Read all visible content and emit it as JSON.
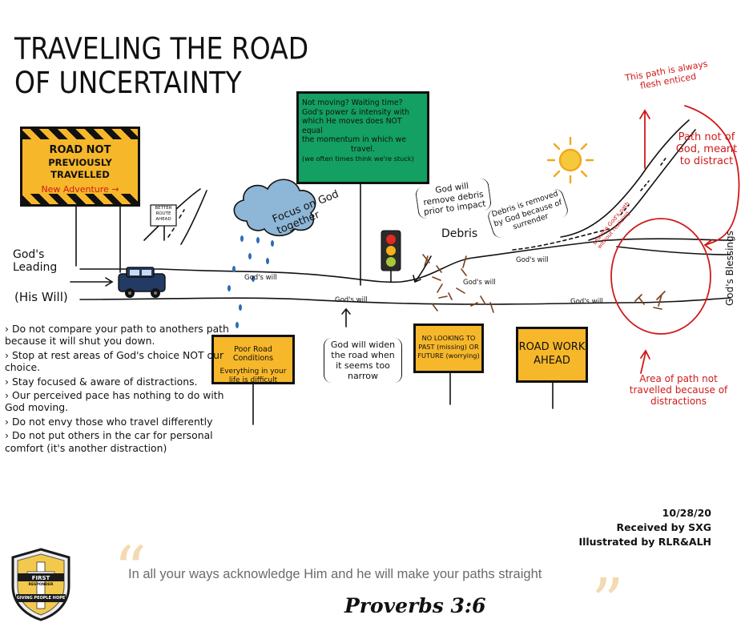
{
  "title": {
    "line1": "TRAVELING THE ROAD",
    "line2": "OF UNCERTAINTY"
  },
  "signs": {
    "road_not": {
      "line1": "ROAD NOT",
      "line2": "PREVIOUSLY TRAVELLED",
      "sub": "New Adventure →"
    },
    "small_sign": {
      "line1": "BETTER",
      "line2": "ROUTE",
      "line3": "AHEAD"
    },
    "green": {
      "line1": "Not moving? Waiting time?",
      "line2": "God's power & intensity with",
      "line3": "which He moves does NOT equal",
      "line4": "the momentum in which we",
      "line5": "travel.",
      "line6": "(we often times think we're stuck)"
    },
    "poor_road": {
      "line1": "Poor Road Conditions",
      "line2": "Everything in your",
      "line3": "life is difficult"
    },
    "no_looking": {
      "line1": "NO LOOKING TO",
      "line2": "PAST (missing) OR",
      "line3": "FUTURE (worrying)"
    },
    "road_work": {
      "line1": "ROAD WORK",
      "line2": "AHEAD"
    }
  },
  "labels": {
    "gods_leading": "God's Leading",
    "his_will": "(His Will)",
    "focus": "Focus on God together",
    "gods_will_1": "God's will",
    "gods_will_2": "God's will",
    "gods_will_3": "God's will",
    "gods_will_4": "God's will",
    "gods_will_5": "God's will",
    "widen": "God will widen the road when it seems too narrow",
    "debris_remove": "God will remove debris prior to impact",
    "debris": "Debris",
    "debris_surrender": "Debris is removed by God because of surrender",
    "leaving": "Leaving God's path without realizing",
    "this_path": "This path is always flesh enticed",
    "path_not": "Path not of God, meant to distract",
    "blessings": "God's Blessings",
    "area": "Area of path not travelled because of distractions"
  },
  "notes": [
    "Do not compare your path to anothers path because it will shut you down.",
    "Stop at rest areas of God's choice NOT our choice.",
    "Stay focused & aware of distractions.",
    "Our perceived pace has nothing to do with God moving.",
    "Do not envy those who travel differently",
    "Do not put others in the car for personal comfort (it's another distraction)"
  ],
  "signature": {
    "date": "10/28/20",
    "received": "Received by SXG",
    "illustrated": "Illustrated by RLR&ALH"
  },
  "logo": {
    "top": "FIRST",
    "mid": "RESPONDER",
    "bottom": "GIVING PEOPLE HOPE"
  },
  "quote": "In all your ways acknowledge Him and he will make your paths straight",
  "verse": "Proverbs 3:6",
  "colors": {
    "sign_yellow": "#f6b72a",
    "sign_green": "#13a062",
    "accent_red": "#d01a1a",
    "quote_gray": "#6b6b6b"
  }
}
